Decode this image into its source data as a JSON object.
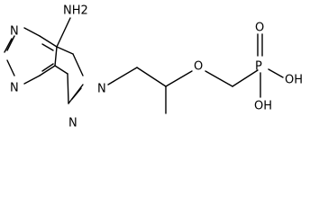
{
  "molecule": {
    "atoms": {
      "amine": "NH2",
      "n_ring_left_top": "N",
      "n_ring_left_bottom": "N",
      "n_ring_bottom": "N",
      "n_ring_substituted": "N",
      "ether_oxygen": "O",
      "phosphorus": "P",
      "phosphoryl_oxygen": "O",
      "hydroxyl_upper": "OH",
      "hydroxyl_lower": "OH"
    }
  }
}
